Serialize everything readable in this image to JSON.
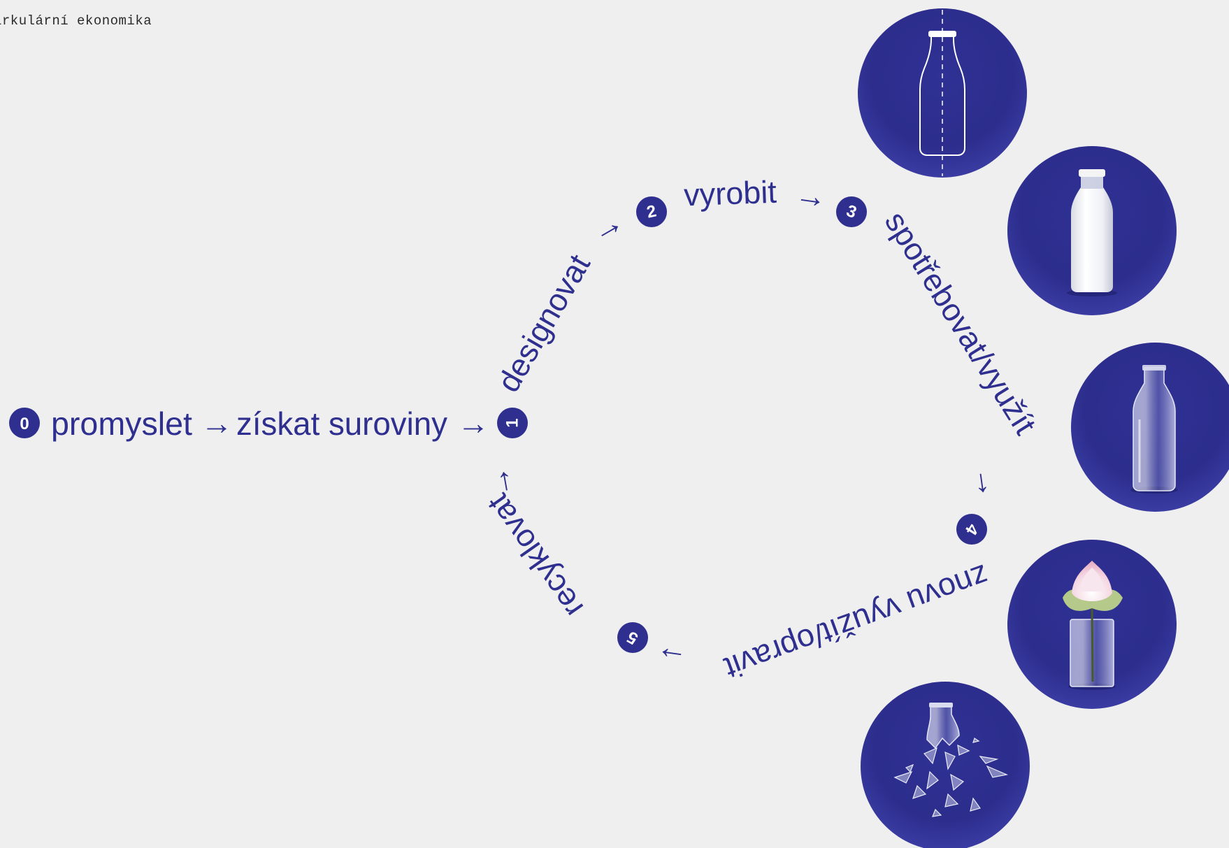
{
  "header": {
    "title": "irkulární ekonomika"
  },
  "colors": {
    "accent": "#2e2f8f",
    "background": "#efefef",
    "text_dark": "#2b2b2b"
  },
  "lead": {
    "number": "0",
    "step_1": "promyslet",
    "arrow_1": "→",
    "step_2": "získat suroviny",
    "arrow_2": "→"
  },
  "cycle": {
    "steps": [
      {
        "number": "1",
        "label": "designovat"
      },
      {
        "number": "2",
        "label": "vyrobit"
      },
      {
        "number": "3",
        "label": "spotřebovat/využít"
      },
      {
        "number": "4",
        "label": "znovu využít/opravit"
      },
      {
        "number": "5",
        "label": "recyklovat"
      }
    ],
    "arrow": "→"
  },
  "illustrations": [
    {
      "icon": "bottle-outline-icon"
    },
    {
      "icon": "milk-bottle-icon"
    },
    {
      "icon": "empty-bottle-icon"
    },
    {
      "icon": "flower-vase-icon"
    },
    {
      "icon": "broken-glass-icon"
    }
  ]
}
